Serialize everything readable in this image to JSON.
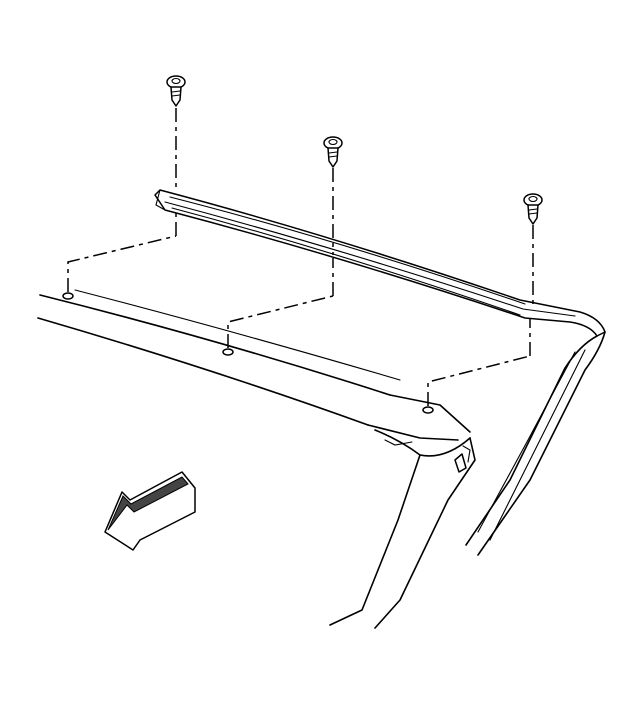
{
  "diagram": {
    "kind": "exploded-assembly-line-drawing",
    "fastener_count": 3,
    "mounting_hole_count": 3,
    "arrow_icon": "direction-arrow-icon",
    "colors": {
      "line": "#000000",
      "background": "#ffffff",
      "arrow_fill": "#444444"
    }
  }
}
